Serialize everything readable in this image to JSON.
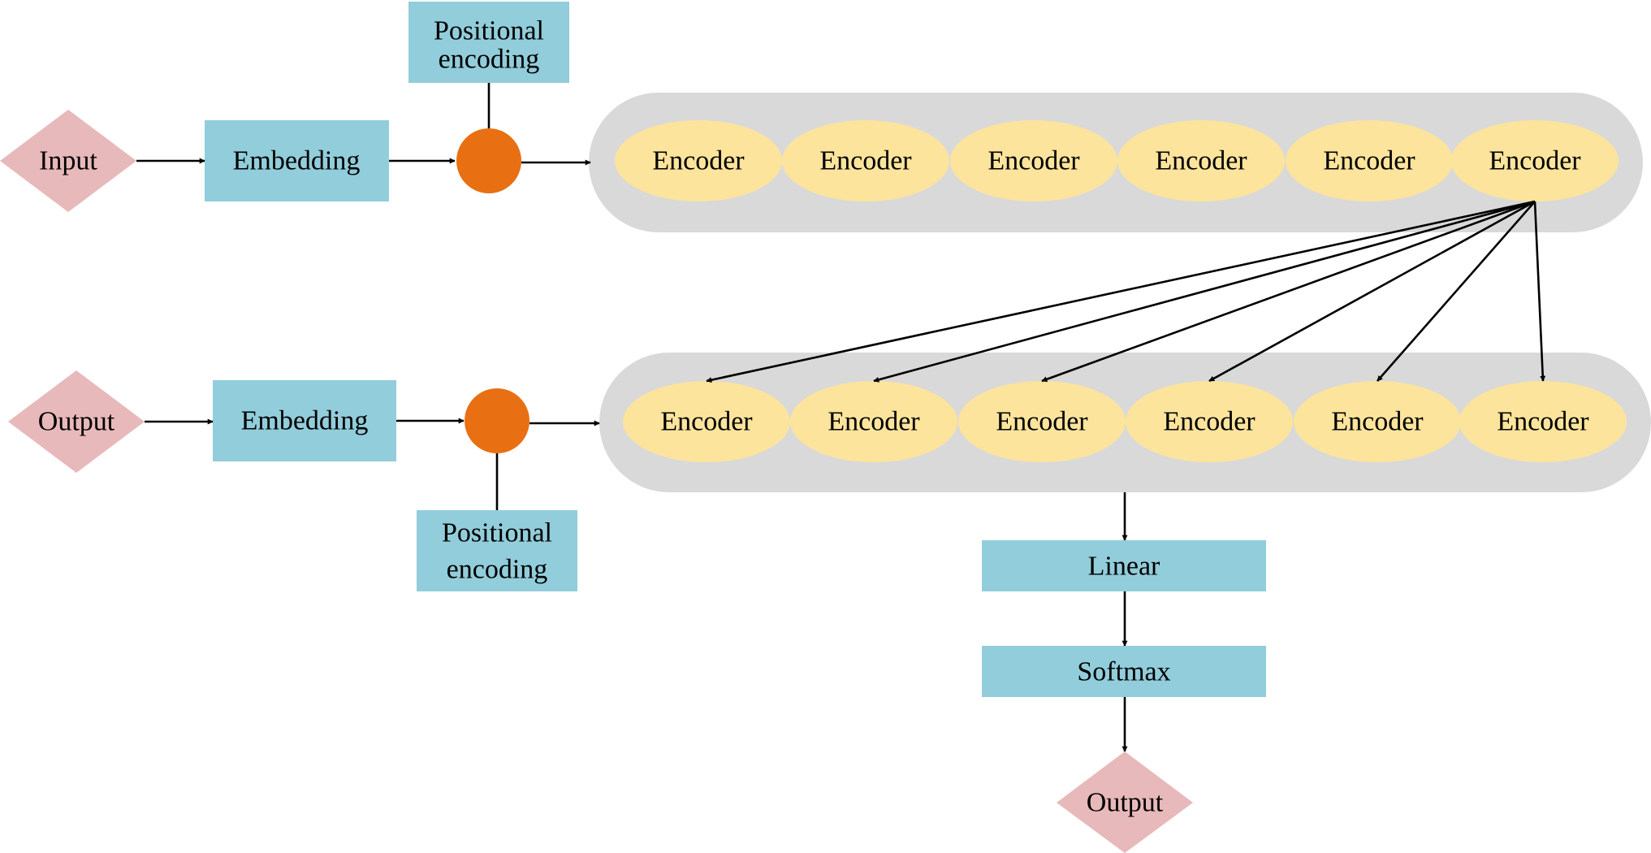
{
  "colors": {
    "diamond": "#e8b9ba",
    "box": "#92cddb",
    "circle": "#e87013",
    "container": "#d9d9d9",
    "encoder": "#fde49c",
    "line": "#000000"
  },
  "top_row": {
    "input": "Input",
    "embedding": "Embedding",
    "positional_encoding": [
      "Positional",
      "encoding"
    ],
    "encoders": [
      "Encoder",
      "Encoder",
      "Encoder",
      "Encoder",
      "Encoder",
      "Encoder"
    ]
  },
  "bottom_row": {
    "input": "Output",
    "embedding": "Embedding",
    "positional_encoding": [
      "Positional",
      "encoding"
    ],
    "encoders": [
      "Encoder",
      "Encoder",
      "Encoder",
      "Encoder",
      "Encoder",
      "Encoder"
    ]
  },
  "head": {
    "linear": "Linear",
    "softmax": "Softmax",
    "output": "Output"
  }
}
